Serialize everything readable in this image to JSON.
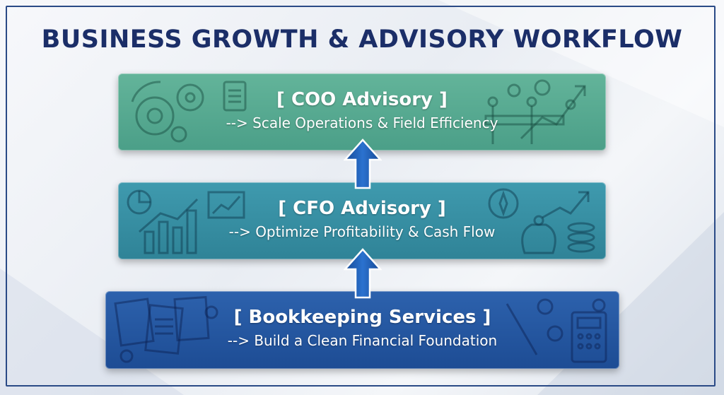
{
  "diagram": {
    "title": "BUSINESS GROWTH & ADVISORY WORKFLOW",
    "stages": [
      {
        "heading": "[ COO Advisory ]",
        "subtitle": "--> Scale Operations & Field Efficiency",
        "color": "#55a991"
      },
      {
        "heading": "[ CFO Advisory ]",
        "subtitle": "--> Optimize Profitability & Cash Flow",
        "color": "#348aa0"
      },
      {
        "heading": "[ Bookkeeping Services ]",
        "subtitle": "--> Build a Clean Financial Foundation",
        "color": "#2357a1"
      }
    ],
    "arrow_color": "#1f5fb5",
    "title_color": "#1b2e68"
  }
}
